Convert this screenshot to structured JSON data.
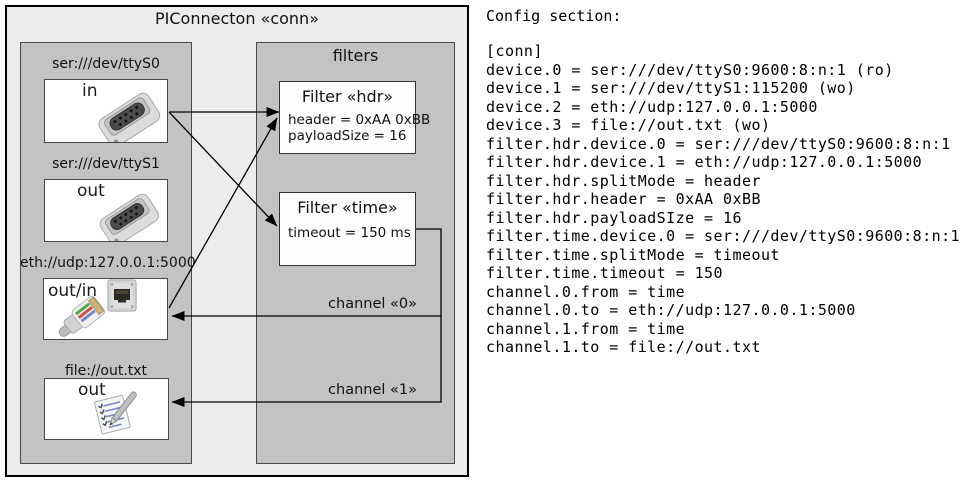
{
  "diagram": {
    "title": "PIConnecton «conn»",
    "left_panel": {
      "devices": [
        {
          "label": "ser:///dev/ttyS0",
          "direction": "in",
          "icon": "serial-connector"
        },
        {
          "label": "ser:///dev/ttyS1",
          "direction": "out",
          "icon": "serial-connector"
        },
        {
          "label": "eth://udp:127.0.0.1:5000",
          "direction": "out/in",
          "icon": "ethernet-port-and-plug"
        },
        {
          "label": "file://out.txt",
          "direction": "out",
          "icon": "notepad-pen"
        }
      ]
    },
    "filters_panel": {
      "title": "filters",
      "filters": [
        {
          "title": "Filter «hdr»",
          "params": [
            "header = 0xAA 0xBB",
            "payloadSize = 16"
          ]
        },
        {
          "title": "Filter «time»",
          "params": [
            "timeout = 150 ms"
          ]
        }
      ]
    },
    "channels": [
      {
        "label": "channel «0»"
      },
      {
        "label": "channel «1»"
      }
    ]
  },
  "config": {
    "heading": "Config section:",
    "lines": [
      "[conn]",
      "device.0 = ser:///dev/ttyS0:9600:8:n:1 (ro)",
      "device.1 = ser:///dev/ttyS1:115200 (wo)",
      "device.2 = eth://udp:127.0.0.1:5000",
      "device.3 = file://out.txt (wo)",
      "filter.hdr.device.0 = ser:///dev/ttyS0:9600:8:n:1",
      "filter.hdr.device.1 = eth://udp:127.0.0.1:5000",
      "filter.hdr.splitMode = header",
      "filter.hdr.header = 0xAA 0xBB",
      "filter.hdr.payloadSIze = 16",
      "filter.time.device.0 = ser:///dev/ttyS0:9600:8:n:1",
      "filter.time.splitMode = timeout",
      "filter.time.timeout = 150",
      "channel.0.from = time",
      "channel.0.to = eth://udp:127.0.0.1:5000",
      "channel.1.from = time",
      "channel.1.to = file://out.txt"
    ]
  },
  "colors": {
    "outer_background": "#ececec",
    "panel_background": "#c3c3c3",
    "node_background": "#ffffff",
    "border": "#4a4a4a",
    "outer_border": "#000000",
    "wire": "#000000",
    "text": "#111111"
  }
}
